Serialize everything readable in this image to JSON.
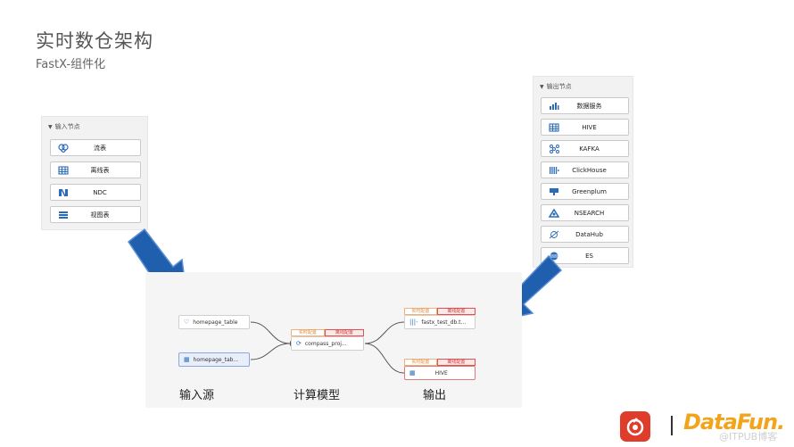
{
  "header": {
    "title": "实时数仓架构",
    "subtitle": "FastX-组件化"
  },
  "input_panel": {
    "heading": "输入节点",
    "items": [
      {
        "label": "流表",
        "icon": "stream-table-icon"
      },
      {
        "label": "离线表",
        "icon": "grid-table-icon"
      },
      {
        "label": "NDC",
        "icon": "ndc-icon"
      },
      {
        "label": "视图表",
        "icon": "view-table-icon"
      }
    ]
  },
  "output_panel": {
    "heading": "输出节点",
    "items": [
      {
        "label": "数据服务",
        "icon": "data-service-icon"
      },
      {
        "label": "HIVE",
        "icon": "hive-icon"
      },
      {
        "label": "KAFKA",
        "icon": "kafka-icon"
      },
      {
        "label": "ClickHouse",
        "icon": "clickhouse-icon"
      },
      {
        "label": "Greenplum",
        "icon": "greenplum-icon"
      },
      {
        "label": "NSEARCH",
        "icon": "nsearch-icon"
      },
      {
        "label": "DataHub",
        "icon": "datahub-icon"
      },
      {
        "label": "ES",
        "icon": "es-icon"
      }
    ]
  },
  "flow": {
    "source1": "homepage_table",
    "source2": "homepage_tab...",
    "compute": "compass_proj...",
    "sink1": "fastx_test_db.t...",
    "sink2": "HIVE",
    "tag_realtime": "实时配置",
    "tag_offline": "离线配置",
    "caption_input": "输入源",
    "caption_compute": "计算模型",
    "caption_output": "输出"
  },
  "logos": {
    "datafun": "DataFun.",
    "watermark": "@ITPUB博客"
  },
  "colors": {
    "arrow": "#1f5fae",
    "accent": "#2b6bb7"
  }
}
